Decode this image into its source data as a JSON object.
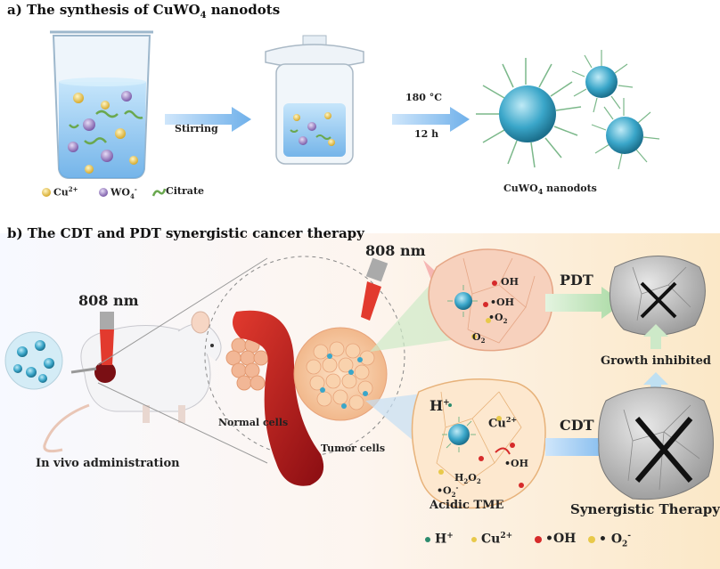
{
  "panel_a": {
    "title_prefix": "a)  The synthesis of CuWO",
    "title_sub": "4",
    "title_suffix": " nanodots",
    "arrow1_label": "Stirring",
    "arrow2_temp": "180 °C",
    "arrow2_time": "12 h",
    "product_prefix": "CuWO",
    "product_sub": "4",
    "product_suffix": " nanodots",
    "legend": {
      "cu": "Cu",
      "cu_sup": "2+",
      "wo": "WO",
      "wo_sub": "4",
      "wo_sup": "-",
      "citrate": "Citrate"
    }
  },
  "panel_b": {
    "title": "b)  The CDT and PDT synergistic cancer therapy",
    "laser_left": "808 nm",
    "laser_top": "808 nm",
    "in_vivo": "In vivo administration",
    "normal_cells": "Normal cells",
    "tumor_cells": "Tumor cells",
    "pdt": "PDT",
    "cdt": "CDT",
    "pdt_oh1": "OH",
    "pdt_oh2": "•OH",
    "pdt_o2a": "•O",
    "pdt_o2a_sub": "2",
    "pdt_o2b": "O",
    "pdt_o2b_sub": "2",
    "cdt_h": "H",
    "cdt_h_sup": "+",
    "cdt_cu": "Cu",
    "cdt_cu_sup": "2+",
    "cdt_oh": "•OH",
    "cdt_h2o2_a": "H",
    "cdt_h2o2_sub1": "2",
    "cdt_h2o2_b": "O",
    "cdt_h2o2_sub2": "2",
    "cdt_o2": "•O",
    "cdt_o2_sub": "2",
    "cdt_o2_sup": "-",
    "acidic": "Acidic TME",
    "growth": "Growth inhibited",
    "synergy": "Synergistic Therapy",
    "legend": {
      "h": "H",
      "h_sup": "+",
      "cu": "Cu",
      "cu_sup": "2+",
      "oh": "•OH",
      "o2": "• O",
      "o2_sub": "2",
      "o2_sup": "-"
    }
  },
  "colors": {
    "cu": "#e8c94a",
    "wo4": "#9b7fc4",
    "citrate": "#6aa84f",
    "nanodot": "#3aa6c9",
    "blood": "#c0191f",
    "tumor_cell": "#f6c79d",
    "oh": "#d62a2a"
  }
}
